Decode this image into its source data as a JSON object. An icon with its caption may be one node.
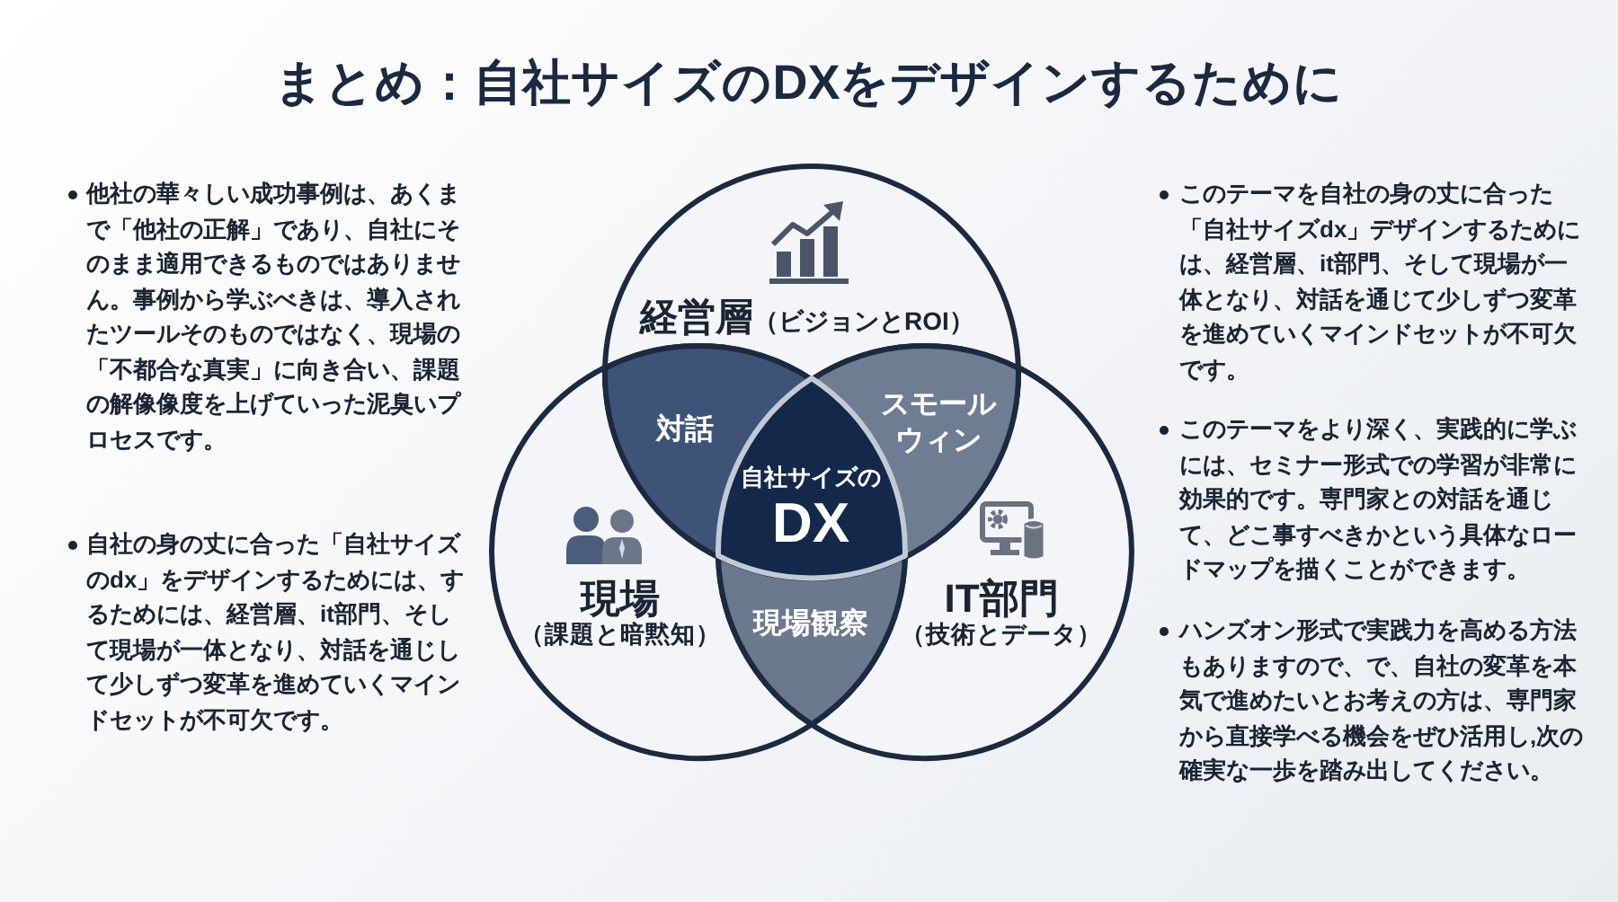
{
  "diagram": {
    "title": "まとめ：自社サイズのDXをデザインするために",
    "nodes": [
      {
        "text": [
          "経営層",
          "（ビジョンとROI）"
        ]
      },
      {
        "text": [
          "対話"
        ]
      },
      {
        "text": [
          "スモールウィン"
        ]
      },
      {
        "text": [
          "自社サイズの",
          "DX"
        ]
      },
      {
        "text": [
          "現場",
          "（課題と暗黙知）"
        ]
      },
      {
        "text": [
          "現場観察"
        ]
      },
      {
        "text": [
          "IT部門",
          "（技術とデータ）"
        ]
      }
    ],
    "labels": [
      "他社の華々しい成功事例は、あくまで「他社の正解」であり、自社にそのまま適用できるものではありません。事例から学ぶべきは、導入されたツールそのものではなく、現場の「不都合な真実」に向き合い、課題の解像像度を上げていった泥臭いプロセスです。",
      "自社の身の丈に合った「自社サイズのdx」をデザインするためには、するためには、経営層、it部門、そして現場が一体となり、対話を通じして少しずつ変革を進めていくマインドセットが不可欠です。",
      "このテーマを自社の身の丈に合った「自社サイズdx」デザインするためには、経営層、it部門、そして現場が一体となり、対話を通じて少しずつ変革を進めていくマインドセットが不可欠です。",
      "このテーマをより深く、実践的に学ぶには、セミナー形式での学習が非常に効果的です。専門家との対話を通じて、どこ事すべきかという具体なロードマップを描くことができます。",
      "ハンズオン形式で実践力を高める方法もありますので、で、自社の変革を本気で進めたいとお考えの方は、専門家から直接学べる機会をぜひ活用し,次の確実な一歩を踏み出してください。"
    ]
  }
}
